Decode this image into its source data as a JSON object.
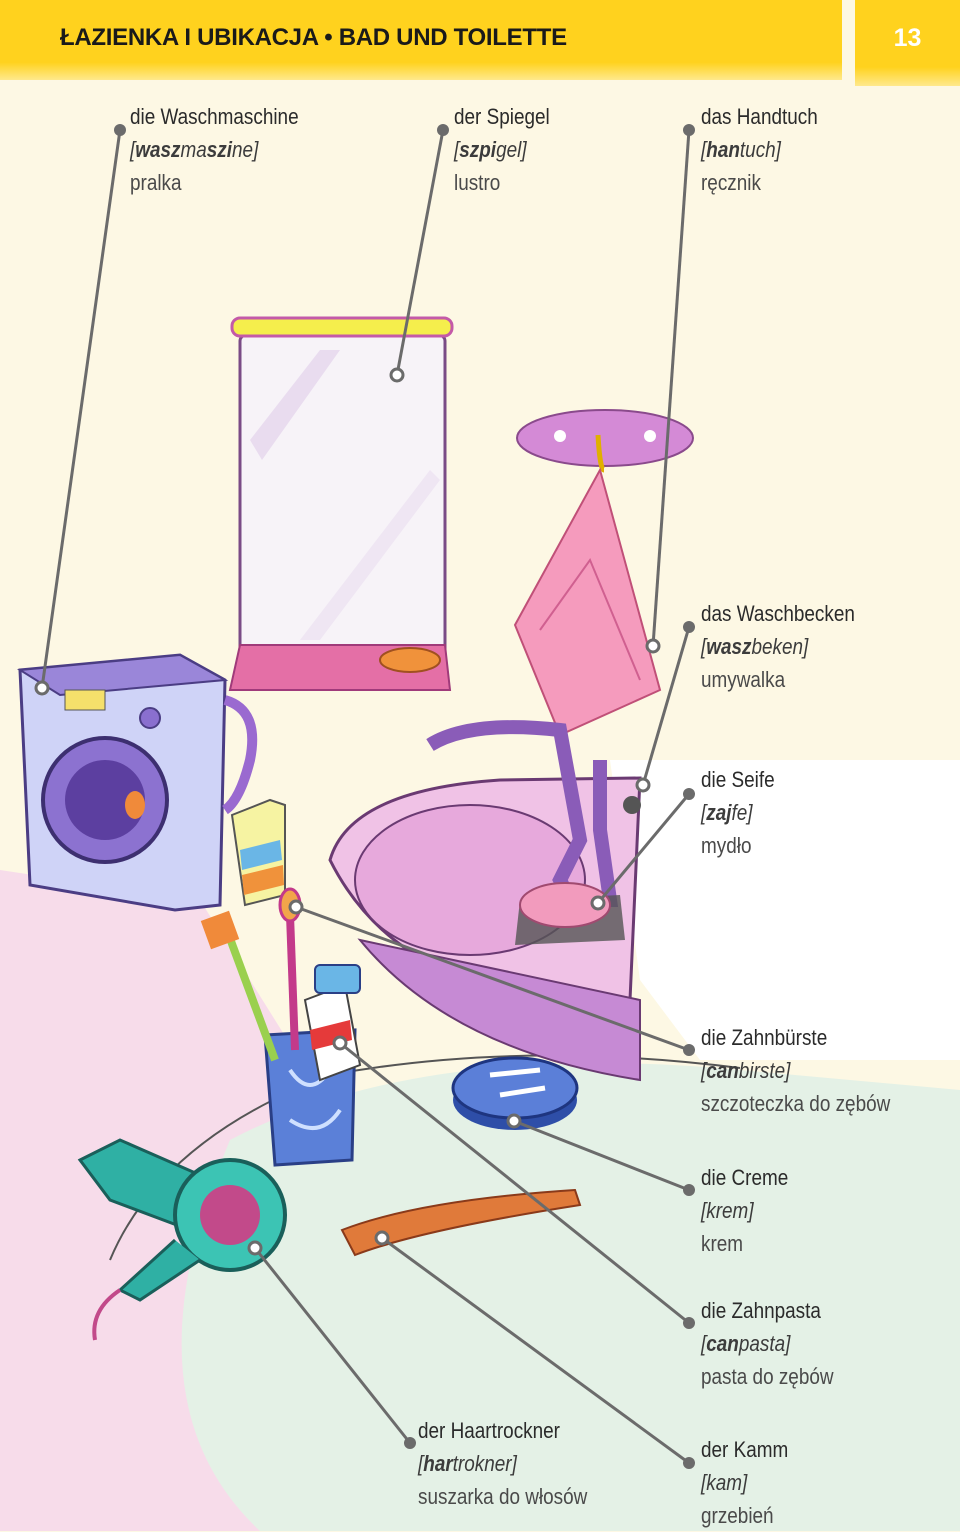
{
  "header": {
    "title": "ŁAZIENKA I UBIKACJA • BAD UND TOILETTE",
    "page_number": "13"
  },
  "labels": [
    {
      "id": "washing-machine",
      "de": "die Waschmaschine",
      "pron": [
        "wasz",
        "ma",
        "szi",
        "ne"
      ],
      "pron_bold": [
        true,
        false,
        true,
        false
      ],
      "pl": "pralka"
    },
    {
      "id": "mirror",
      "de": "der Spiegel",
      "pron": [
        "szpi",
        "gel"
      ],
      "pron_bold": [
        true,
        false
      ],
      "pl": "lustro"
    },
    {
      "id": "towel",
      "de": "das Handtuch",
      "pron": [
        "han",
        "tuch"
      ],
      "pron_bold": [
        true,
        false
      ],
      "pl": "ręcznik"
    },
    {
      "id": "sink",
      "de": "das Waschbecken",
      "pron": [
        "wasz",
        "beken"
      ],
      "pron_bold": [
        true,
        false
      ],
      "pl": "umywalka"
    },
    {
      "id": "soap",
      "de": "die Seife",
      "pron": [
        "zaj",
        "fe"
      ],
      "pron_bold": [
        true,
        false
      ],
      "pl": "mydło"
    },
    {
      "id": "toothbrush",
      "de": "die Zahnbürste",
      "pron": [
        "can",
        "birste"
      ],
      "pron_bold": [
        true,
        false
      ],
      "pl": "szczoteczka do zębów"
    },
    {
      "id": "cream",
      "de": "die Creme",
      "pron": [
        "krem"
      ],
      "pron_bold": [
        false
      ],
      "pl": "krem"
    },
    {
      "id": "toothpaste",
      "de": "die Zahnpasta",
      "pron": [
        "can",
        "pasta"
      ],
      "pron_bold": [
        true,
        false
      ],
      "pl": "pasta do zębów"
    },
    {
      "id": "hairdryer",
      "de": "der Haartrockner",
      "pron": [
        "har",
        "trokner"
      ],
      "pron_bold": [
        true,
        false
      ],
      "pl": "suszarka do włosów"
    },
    {
      "id": "comb",
      "de": "der Kamm",
      "pron": [
        "kam"
      ],
      "pron_bold": [
        false
      ],
      "pl": "grzebień"
    }
  ],
  "colors": {
    "header": "#ffd21e",
    "background": "#fdf8e4",
    "leader_line": "#6b6b6b"
  }
}
